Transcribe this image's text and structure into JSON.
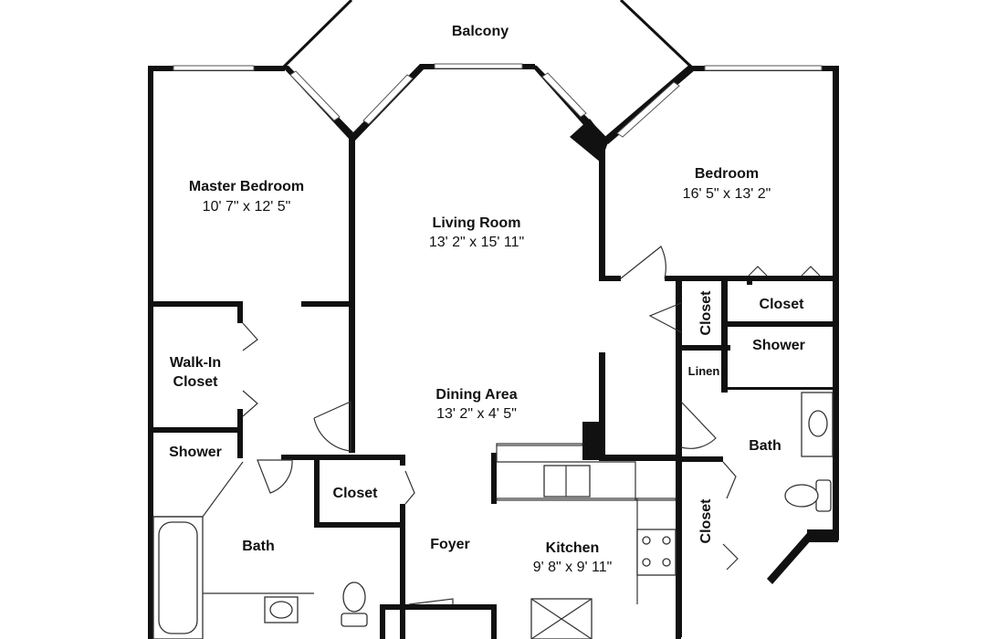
{
  "plan": {
    "rooms": [
      {
        "key": "balcony",
        "name": "Balcony",
        "dims": ""
      },
      {
        "key": "master_bedroom",
        "name": "Master Bedroom",
        "dims": "10' 7\" x 12' 5\""
      },
      {
        "key": "living_room",
        "name": "Living Room",
        "dims": "13' 2\" x 15' 11\""
      },
      {
        "key": "bedroom",
        "name": "Bedroom",
        "dims": "16' 5\" x 13' 2\""
      },
      {
        "key": "walkin_closet",
        "name": "Walk-In Closet",
        "line1": "Walk-In",
        "line2": "Closet"
      },
      {
        "key": "dining_area",
        "name": "Dining Area",
        "dims": "13' 2\" x 4' 5\""
      },
      {
        "key": "kitchen",
        "name": "Kitchen",
        "dims": "9' 8\" x 9' 11\""
      },
      {
        "key": "foyer",
        "name": "Foyer"
      },
      {
        "key": "closet_center",
        "name": "Closet"
      },
      {
        "key": "closet_right_top",
        "name": "Closet"
      },
      {
        "key": "closet_vertical_top",
        "name": "Closet"
      },
      {
        "key": "closet_vertical_bottom",
        "name": "Closet"
      },
      {
        "key": "shower_left",
        "name": "Shower"
      },
      {
        "key": "shower_right",
        "name": "Shower"
      },
      {
        "key": "bath_left",
        "name": "Bath"
      },
      {
        "key": "bath_right",
        "name": "Bath"
      },
      {
        "key": "linen",
        "name": "Linen"
      }
    ]
  }
}
